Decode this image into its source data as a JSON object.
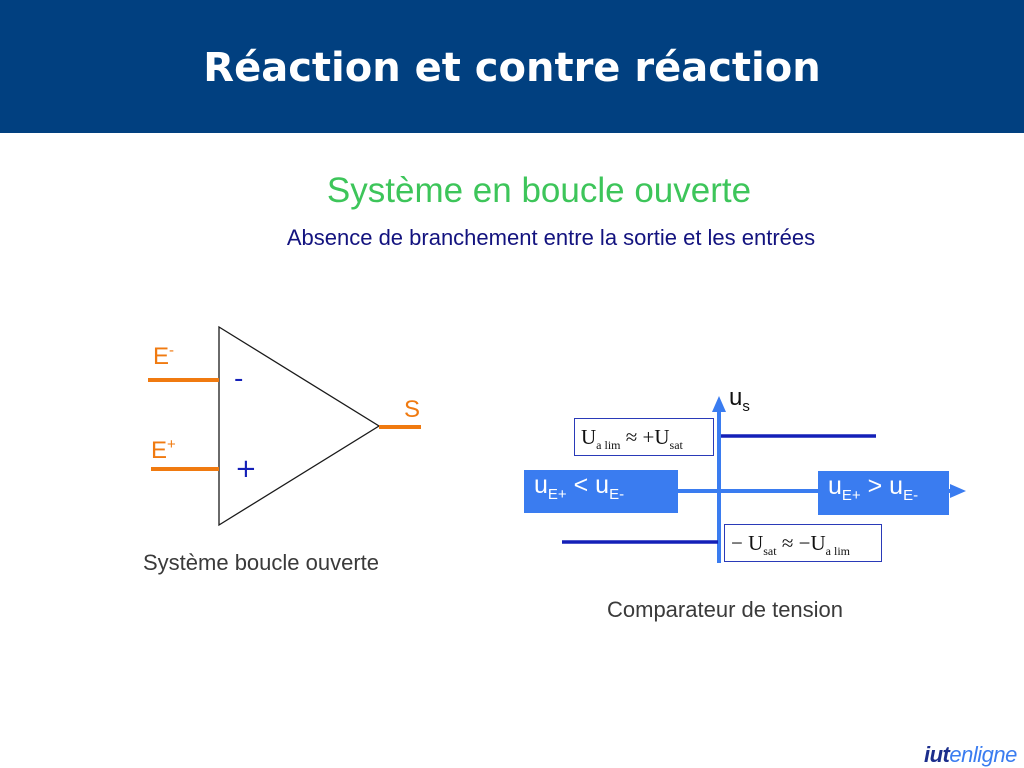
{
  "header": {
    "title": "Réaction et contre réaction"
  },
  "subtitle": "Système en boucle ouverte",
  "description": "Absence de branchement entre la sortie et les entrées",
  "opamp": {
    "input_minus_label": "E",
    "input_minus_sup": "-",
    "input_plus_label": "E",
    "input_plus_sup": "+",
    "sign_minus": "-",
    "sign_plus": "+",
    "output_label": "S",
    "caption": "Système boucle ouverte"
  },
  "comparator": {
    "axis_label": "u",
    "axis_label_sub": "s",
    "left_region": {
      "u": "u",
      "sub1": "E+",
      "op": " < u",
      "sub2": "E-"
    },
    "right_region": {
      "u": "u",
      "sub1": "E+",
      "op": " > u",
      "sub2": "E-"
    },
    "high_level": {
      "main": "U",
      "sub": "a lim",
      "rest": " ≈ +U",
      "sub2": "sat"
    },
    "low_level": {
      "main": "− U",
      "sub": "sat",
      "rest": " ≈ −U",
      "sub2": "a lim"
    },
    "caption": "Comparateur de tension"
  },
  "logo": {
    "part1": "iut",
    "part2": "enligne"
  },
  "colors": {
    "header_bg": "#014080",
    "subtitle": "#3dc55a",
    "description": "#13137f",
    "orange": "#f07a10",
    "blue": "#1420b8",
    "region_bg": "#3a7cf0",
    "axis": "#3a7cf0"
  }
}
